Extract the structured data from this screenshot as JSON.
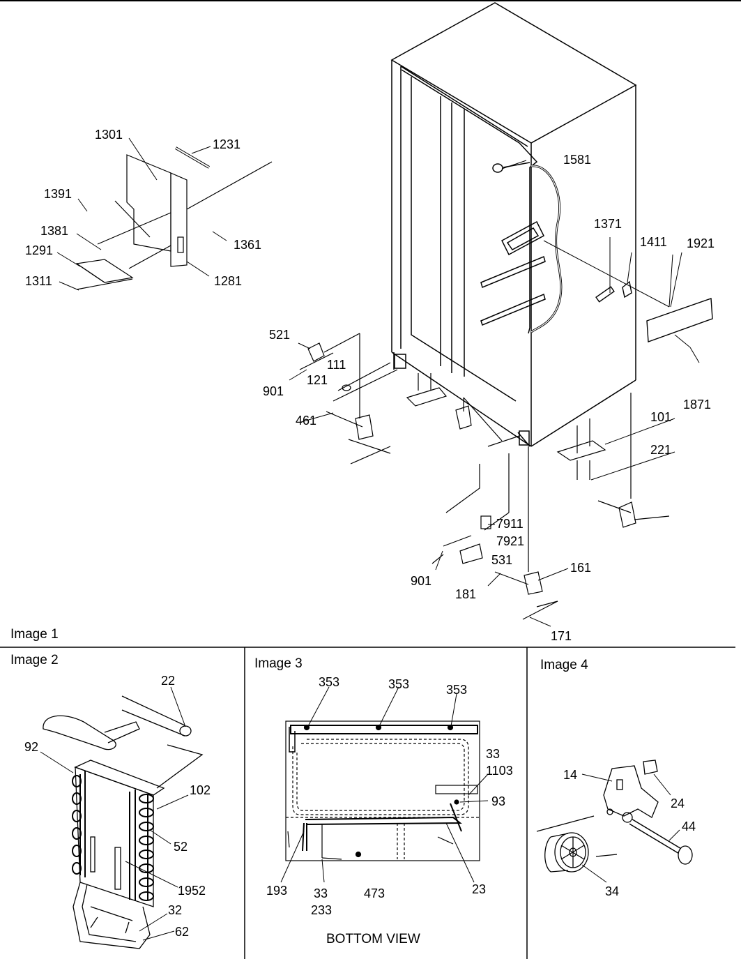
{
  "image_titles": [
    "Image 1",
    "Image 2",
    "Image 3",
    "Image 4"
  ],
  "bottom_view_caption": "BOTTOM VIEW",
  "image1_labels": [
    "1301",
    "1231",
    "1391",
    "1381",
    "1361",
    "1291",
    "1281",
    "1311",
    "1581",
    "1371",
    "1411",
    "1921",
    "521",
    "111",
    "901",
    "121",
    "461",
    "1871",
    "101",
    "221",
    "7911",
    "7921",
    "531",
    "901",
    "161",
    "181",
    "171"
  ],
  "image2_labels": [
    "22",
    "92",
    "102",
    "52",
    "1952",
    "32",
    "62"
  ],
  "image3_labels": [
    "353",
    "353",
    "353",
    "33",
    "1103",
    "93",
    "193",
    "33",
    "233",
    "473",
    "23"
  ],
  "image4_labels": [
    "14",
    "24",
    "44",
    "34"
  ]
}
